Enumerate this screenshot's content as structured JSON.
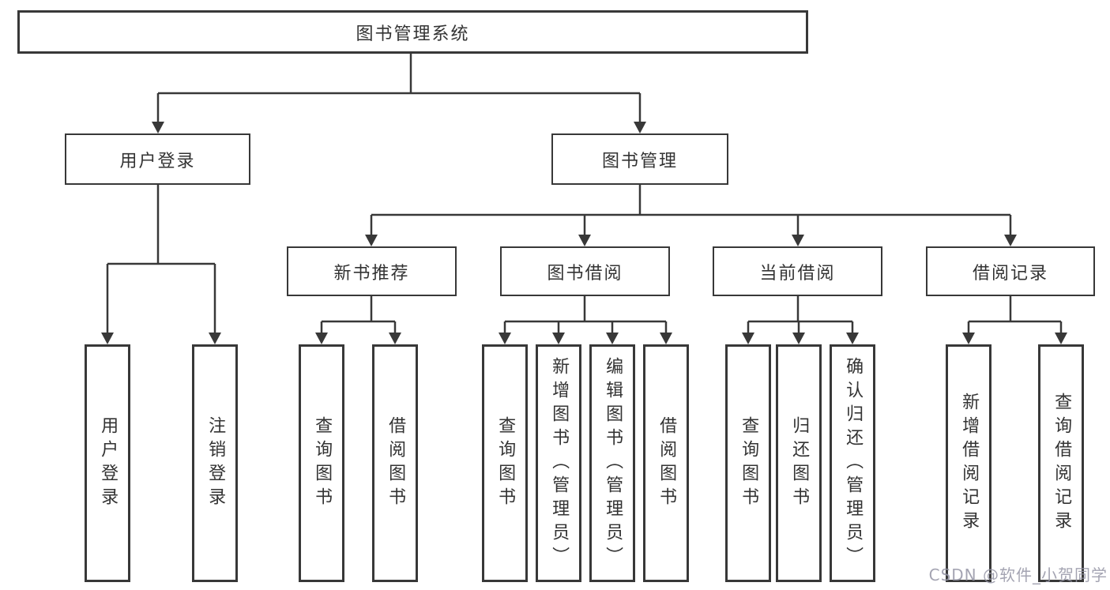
{
  "diagram": {
    "root": {
      "label": "图书管理系统"
    },
    "branches": [
      {
        "label": "用户登录",
        "children": [
          {
            "label": "用户登录"
          },
          {
            "label": "注销登录"
          }
        ]
      },
      {
        "label": "图书管理",
        "children": [
          {
            "label": "新书推荐",
            "children": [
              {
                "label": "查询图书"
              },
              {
                "label": "借阅图书"
              }
            ]
          },
          {
            "label": "图书借阅",
            "children": [
              {
                "label": "查询图书"
              },
              {
                "label": "新增图书（管理员）"
              },
              {
                "label": "编辑图书（管理员）"
              },
              {
                "label": "借阅图书"
              }
            ]
          },
          {
            "label": "当前借阅",
            "children": [
              {
                "label": "查询图书"
              },
              {
                "label": "归还图书"
              },
              {
                "label": "确认归还（管理员）"
              }
            ]
          },
          {
            "label": "借阅记录",
            "children": [
              {
                "label": "新增借阅记录"
              },
              {
                "label": "查询借阅记录"
              }
            ]
          }
        ]
      }
    ]
  },
  "watermark": {
    "text": "CSDN @软件_小贺同学"
  },
  "colors": {
    "line": "#383838",
    "text": "#333333",
    "watermark": "#9494a4",
    "background": "#ffffff"
  }
}
